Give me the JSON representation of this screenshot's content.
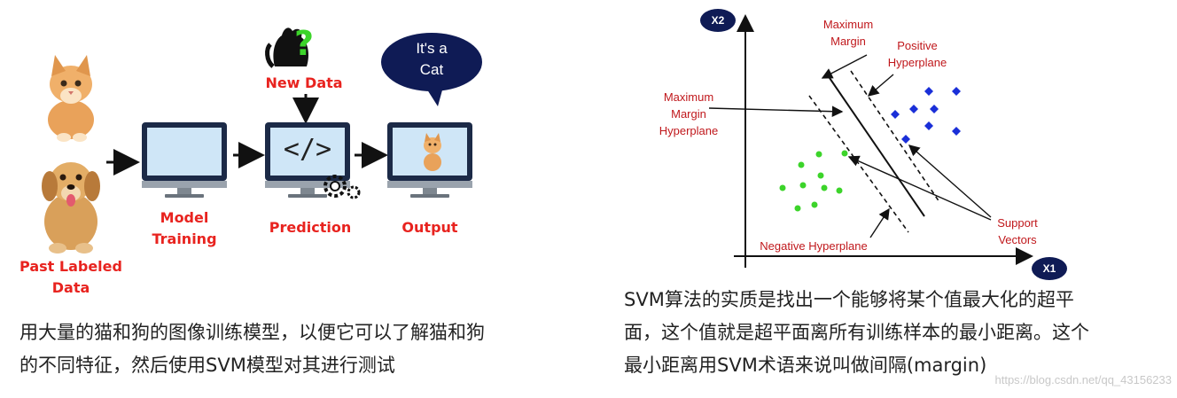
{
  "left_diagram": {
    "past_labeled_label": "Past Labeled\nData",
    "model_training_label": "Model\nTraining",
    "new_data_label": "New Data",
    "prediction_label": "Prediction",
    "output_label": "Output",
    "code_symbol": "</>",
    "bubble_text": "It's a\nCat",
    "question_mark": "?",
    "caption": "用大量的猫和狗的图像训练模型，以便它可以了解猫和狗\n的不同特征，然后使用SVM模型对其进行测试"
  },
  "svm_diagram": {
    "x2_label": "X2",
    "x1_label": "X1",
    "maximum_margin_label": "Maximum\nMargin",
    "positive_hyperplane_label": "Positive\nHyperplane",
    "maximum_margin_hyperplane_label": "Maximum\nMargin\nHyperplane",
    "negative_hyperplane_label": "Negative Hyperplane",
    "support_vectors_label": "Support\nVectors",
    "caption": "SVM算法的实质是找出一个能够将某个值最大化的超平\n面，这个值就是超平面离所有训练样本的最小距离。这个\n最小距离用SVM术语来说叫做间隔(margin)",
    "watermark": "https://blog.csdn.net/qq_43156233",
    "positive_class_color": "#1a2fd8",
    "negative_class_color": "#3cd42a"
  },
  "colors": {
    "accent_red": "#e8231f",
    "badge_navy": "#0f1b55"
  }
}
